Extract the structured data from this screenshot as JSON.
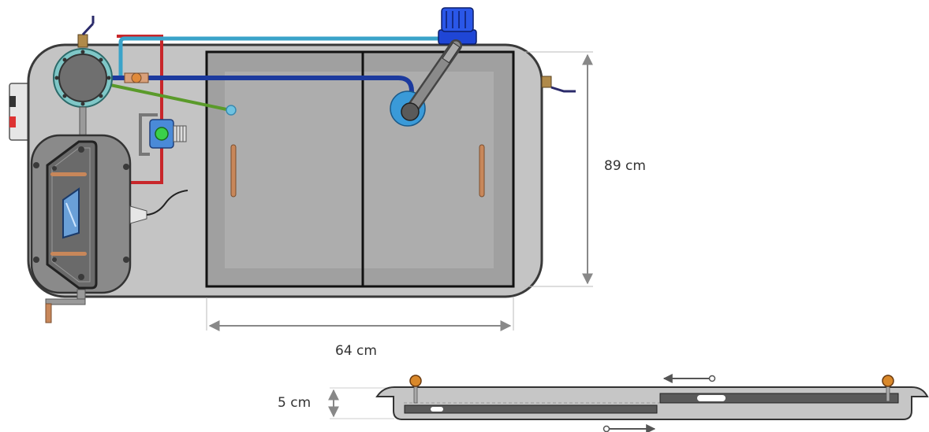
{
  "dimensions": {
    "height": "89 cm",
    "width": "64 cm",
    "lid_thickness": "5 cm"
  },
  "colors": {
    "tank_fill": "#c4c4c4",
    "tank_outline": "#3a3a3a",
    "tray_fill": "#9c9c9c",
    "tray_inner": "#a9a9a9",
    "handle": "#c8875a",
    "pipe_blue": "#2747b8",
    "pipe_teal": "#3aa3c9",
    "pipe_red": "#c8262a",
    "pipe_green": "#5a9a2a",
    "pump_blue": "#1f46d6",
    "dimension_line": "#888888"
  }
}
